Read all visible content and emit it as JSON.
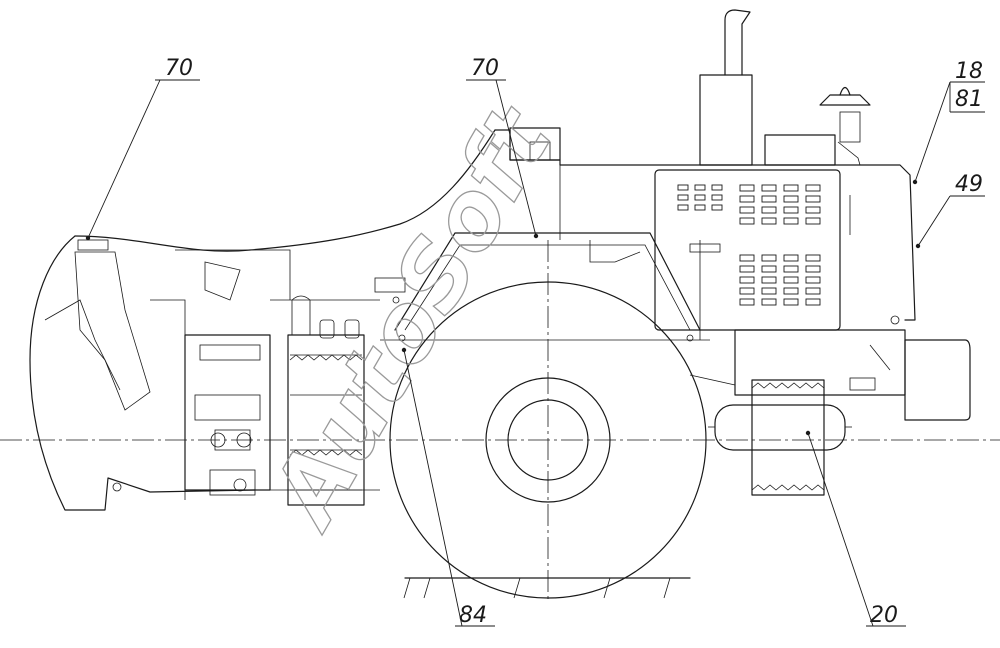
{
  "watermark": "AutoSoft",
  "callouts": [
    {
      "id": "c70-left",
      "text": "70"
    },
    {
      "id": "c70-center",
      "text": "70"
    },
    {
      "id": "c18",
      "text": "18"
    },
    {
      "id": "c81",
      "text": "81"
    },
    {
      "id": "c49",
      "text": "49"
    },
    {
      "id": "c84",
      "text": "84"
    },
    {
      "id": "c20",
      "text": "20"
    }
  ],
  "colors": {
    "line": "#1a1a1a",
    "watermark": "#9a9a9a",
    "background": "#ffffff"
  }
}
